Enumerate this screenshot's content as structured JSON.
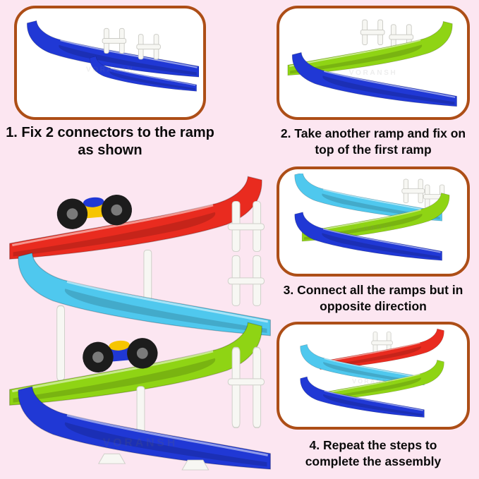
{
  "page": {
    "background": "#fce6f1",
    "panel_bg": "#ffffff",
    "panel_border": "#ad4e17",
    "text_color": "#0a0a0a"
  },
  "steps": [
    {
      "text": "1. Fix 2 connectors to the ramp as shown"
    },
    {
      "text": "2. Take another ramp and fix on top of the first ramp"
    },
    {
      "text": "3. Connect all the ramps but in opposite direction"
    },
    {
      "text": "4. Repeat the steps to complete the assembly"
    }
  ],
  "colors": {
    "blue": "#2038d5",
    "cyan": "#4fc8ee",
    "green": "#8fd414",
    "red": "#e92b1f",
    "yellow": "#f6c500",
    "wheel": "#1c1c1c",
    "hub": "#7a7a7a",
    "connector": "#f7f7f3"
  },
  "watermark": "VORANSH"
}
